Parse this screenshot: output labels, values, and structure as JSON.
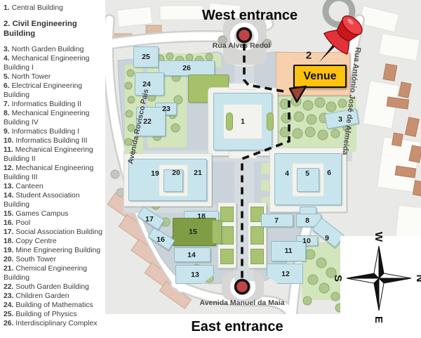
{
  "legend": {
    "items": [
      {
        "num": "1.",
        "name": "Central Building"
      },
      {
        "num": "2.",
        "name": "Civil Engineering Building"
      },
      {
        "num": "3.",
        "name": "North Garden Building"
      },
      {
        "num": "4.",
        "name": "Mechanical Engineering Building I"
      },
      {
        "num": "5.",
        "name": "North Tower"
      },
      {
        "num": "6.",
        "name": "Electrical Engineering Building"
      },
      {
        "num": "7.",
        "name": "Informatics Building II"
      },
      {
        "num": "8.",
        "name": "Mechanical Engineering Building IV"
      },
      {
        "num": "9.",
        "name": "Informatics Building I"
      },
      {
        "num": "10.",
        "name": "Informatics Building III"
      },
      {
        "num": "11.",
        "name": "Mechanical Engineering Building II"
      },
      {
        "num": "12.",
        "name": "Mechanical Engineering Building III"
      },
      {
        "num": "13.",
        "name": "Canteen"
      },
      {
        "num": "14.",
        "name": "Student Association Building"
      },
      {
        "num": "15.",
        "name": "Games Campus"
      },
      {
        "num": "16.",
        "name": "Pool"
      },
      {
        "num": "17.",
        "name": "Social Association Building"
      },
      {
        "num": "18.",
        "name": "Copy Centre"
      },
      {
        "num": "19.",
        "name": "Mine Engineering Building"
      },
      {
        "num": "20.",
        "name": "South Tower"
      },
      {
        "num": "21.",
        "name": "Chemical Engineering Building"
      },
      {
        "num": "22.",
        "name": "South Garden Building"
      },
      {
        "num": "23.",
        "name": "Children Garden"
      },
      {
        "num": "24.",
        "name": "Building of Mathematics"
      },
      {
        "num": "25.",
        "name": "Building of Physics"
      },
      {
        "num": "26.",
        "name": "Interdisciplinary Complex"
      }
    ]
  },
  "map": {
    "west_entrance_label": "West entrance",
    "east_entrance_label": "East entrance",
    "venue_label": "Venue",
    "streets": {
      "rua_alves_redol": "Rua Alves Redol",
      "avenida_rovisco_pais": "Avenida Rovisco Pais",
      "rua_antonio_jose_de_almeida": "Rua António José de Almeida",
      "avenida_manuel_da_maia": "Avenida Manuel da Maia"
    },
    "nums": [
      "1",
      "2",
      "3",
      "4",
      "5",
      "6",
      "7",
      "8",
      "9",
      "10",
      "11",
      "12",
      "13",
      "14",
      "15",
      "16",
      "17",
      "18",
      "19",
      "20",
      "21",
      "22",
      "23",
      "24",
      "25",
      "26"
    ],
    "compass": {
      "n": "N",
      "e": "E",
      "s": "S",
      "w": "W"
    },
    "colors": {
      "venue_yellow": "#ffc20e",
      "pushpin_red": "#d8252b",
      "entrance_marker_red": "#c04446",
      "building_blue": "#c8e5ed",
      "campus_ground": "#c9d3d9",
      "lawn_green": "#d3e5bb",
      "games_campus_green": "#7e9d44",
      "venue_building_peach": "#f7d0ae",
      "route_black": "#111111"
    }
  }
}
